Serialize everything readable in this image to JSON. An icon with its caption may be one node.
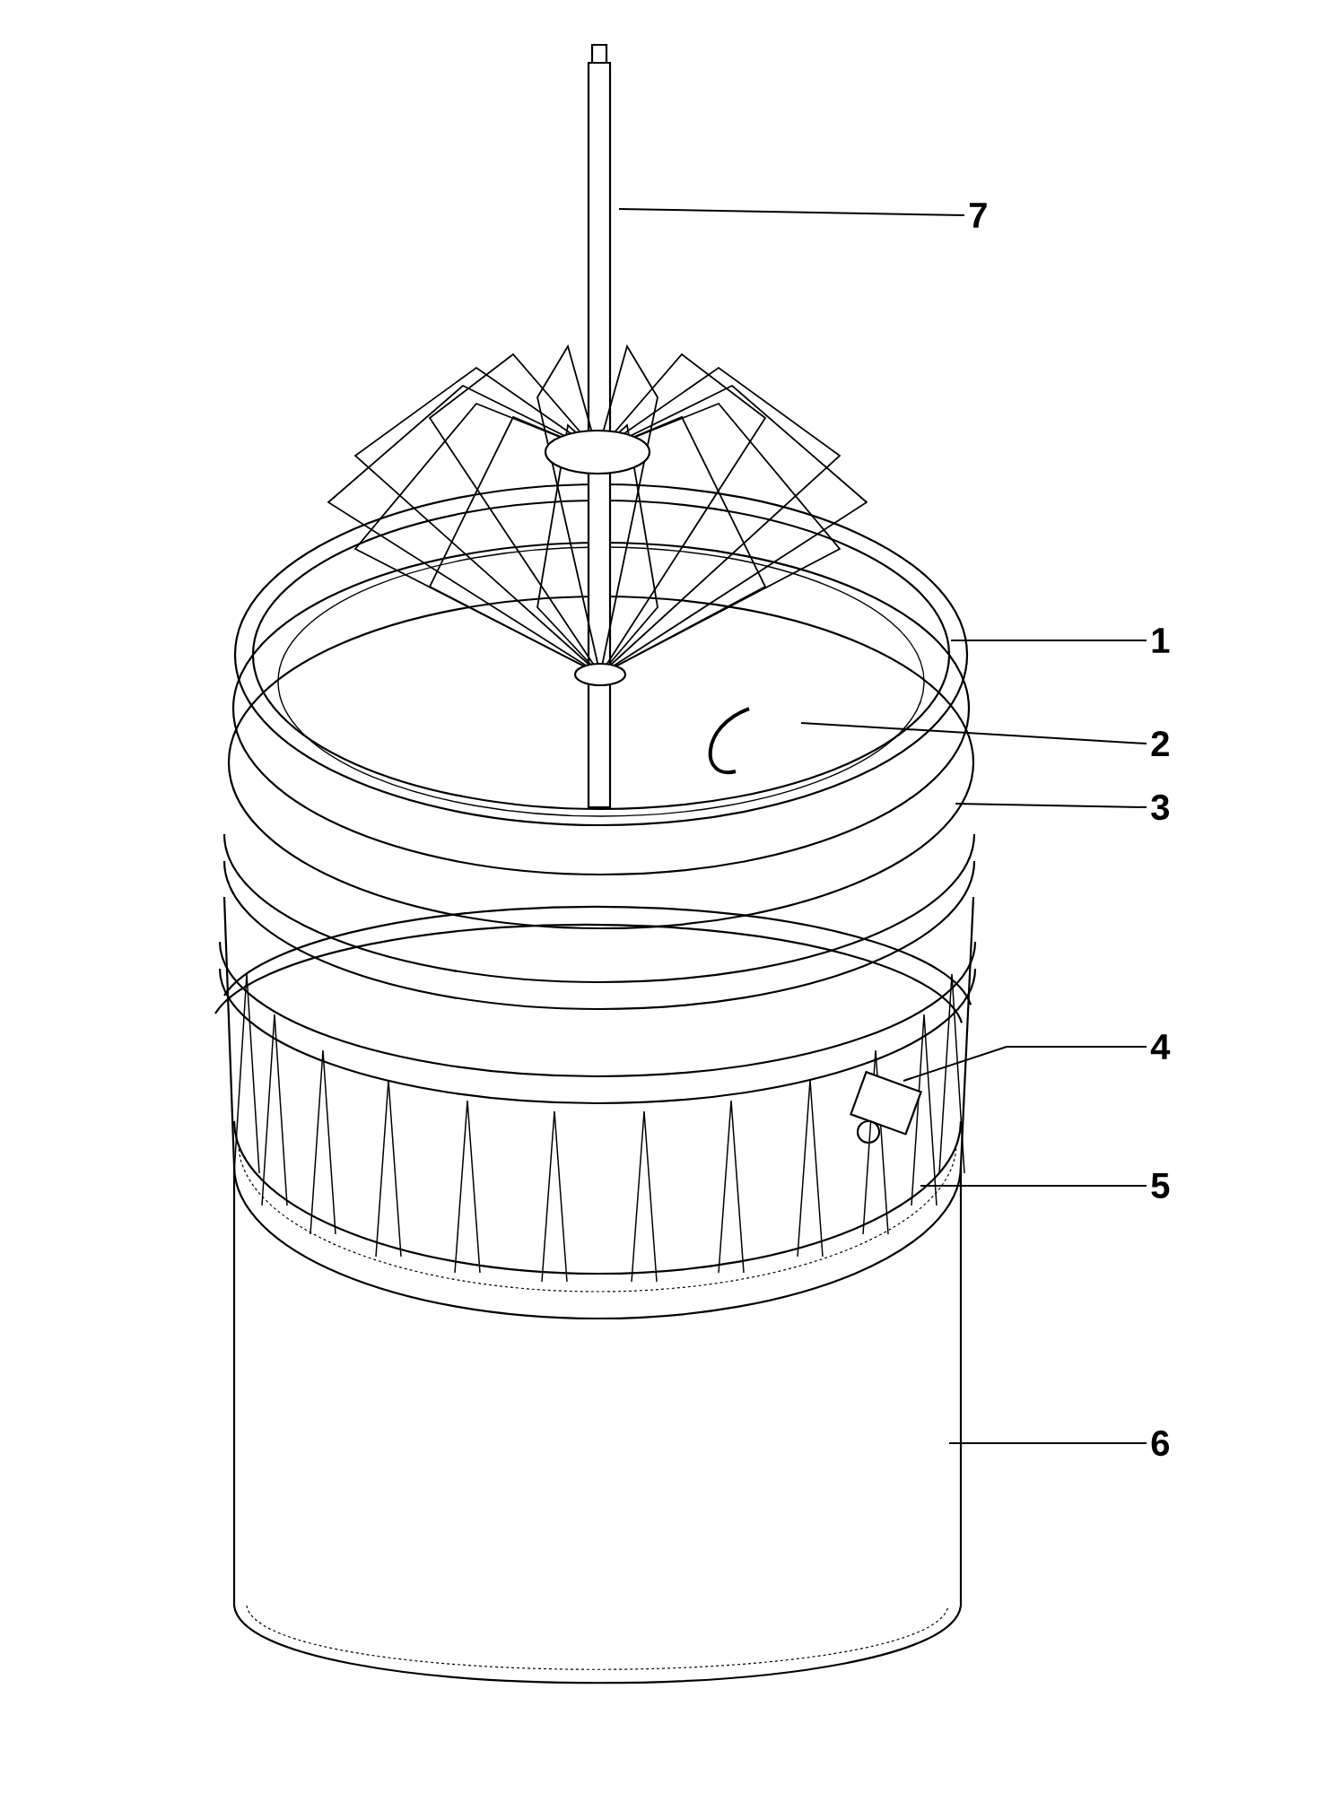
{
  "diagram": {
    "nodes": [
      {
        "text": [
          "7"
        ]
      },
      {
        "text": [
          "1"
        ]
      },
      {
        "text": [
          "2"
        ]
      },
      {
        "text": [
          "3"
        ]
      },
      {
        "text": [
          "4"
        ]
      },
      {
        "text": [
          "5"
        ]
      },
      {
        "text": [
          "6"
        ]
      }
    ],
    "edges": [
      {
        "from": 0,
        "to": null,
        "arrow": "none"
      },
      {
        "from": 1,
        "to": null,
        "arrow": "none"
      },
      {
        "from": 2,
        "to": null,
        "arrow": "none"
      },
      {
        "from": 3,
        "to": null,
        "arrow": "none"
      },
      {
        "from": 4,
        "to": null,
        "arrow": "none"
      },
      {
        "from": 5,
        "to": null,
        "arrow": "none"
      },
      {
        "from": 6,
        "to": null,
        "arrow": "none"
      }
    ]
  }
}
